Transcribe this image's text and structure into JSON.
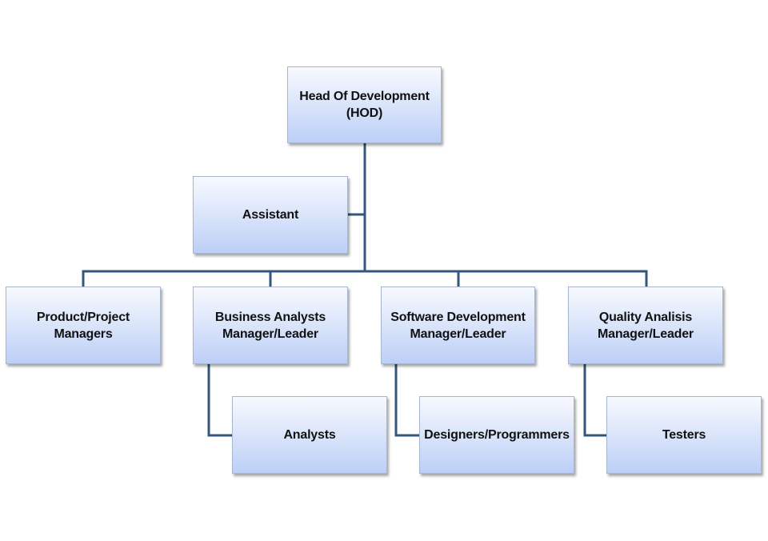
{
  "chart": {
    "nodes": {
      "hod": "Head Of Development\n(HOD)",
      "assistant": "Assistant",
      "product_project": "Product/Project\nManagers",
      "business_analysts": "Business Analysts\nManager/Leader",
      "software_dev": "Software Development\nManager/Leader",
      "quality": "Quality Analisis\nManager/Leader",
      "analysts": "Analysts",
      "designers": "Designers/Programmers",
      "testers": "Testers"
    }
  },
  "colors": {
    "connector": "#34557d",
    "box_top": "#f7f9fe",
    "box_bottom": "#bccff7",
    "box_border": "#a7b6cc"
  }
}
